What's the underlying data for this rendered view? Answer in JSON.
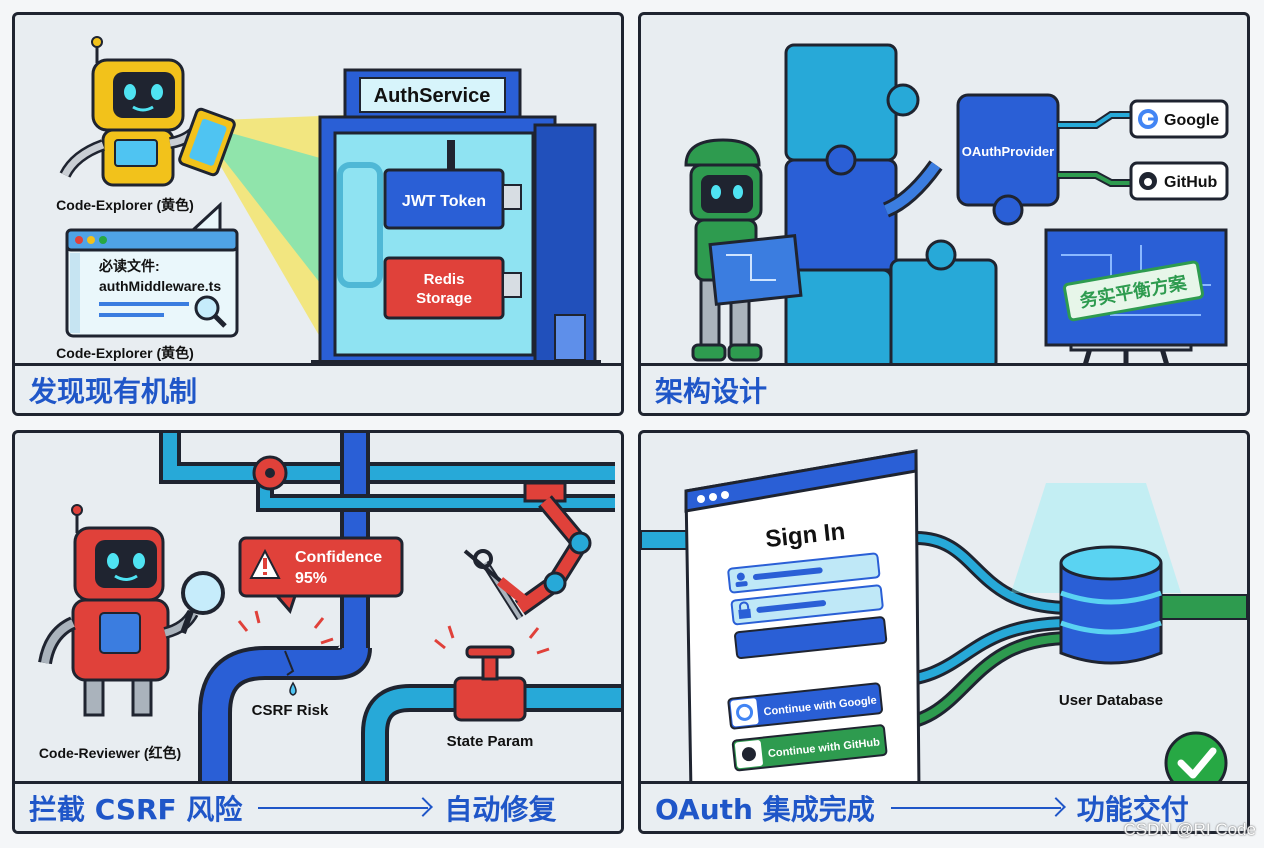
{
  "panels": {
    "discover": {
      "caption": "发现现有机制",
      "service_title": "AuthService",
      "jwt_label": "JWT Token",
      "redis_line1": "Redis",
      "redis_line2": "Storage",
      "explorer_label_top": "Code-Explorer (黄色)",
      "explorer_label_bottom": "Code-Explorer (黄色)",
      "doc_line1": "必读文件:",
      "doc_line2": "authMiddleware.ts"
    },
    "design": {
      "caption": "架构设计",
      "provider_label": "OAuthProvider",
      "google_label": "Google",
      "github_label": "GitHub",
      "stamp_label": "务实平衡方案"
    },
    "intercept": {
      "caption_left": "拦截 CSRF 风险",
      "caption_right": "自动修复",
      "confidence_line1": "Confidence",
      "confidence_line2": "95%",
      "csrf_label": "CSRF Risk",
      "state_label": "State Param",
      "reviewer_label": "Code-Reviewer (红色)"
    },
    "deliver": {
      "caption_left": "OAuth 集成完成",
      "caption_right": "功能交付",
      "signin_title": "Sign In",
      "google_button": "Continue with Google",
      "github_button": "Continue with GitHub",
      "db_label": "User Database"
    }
  },
  "watermark": "CSDN @RI Code",
  "colors": {
    "caption_blue": "#1f56c8",
    "explorer_yellow": "#f2c21b",
    "designer_green": "#2e9b4f",
    "reviewer_red": "#e0413a",
    "service_blue": "#2a5fd6",
    "pipe_cyan": "#27a9d8",
    "success_green": "#27a844"
  },
  "icons": [
    "robot-explorer-icon",
    "tablet-scanner-icon",
    "magnifier-icon",
    "puzzle-icon",
    "google-icon",
    "github-icon",
    "warning-icon",
    "wrench-icon",
    "screwdriver-icon",
    "valve-icon",
    "database-icon",
    "checkmark-icon",
    "lock-icon",
    "user-icon"
  ]
}
